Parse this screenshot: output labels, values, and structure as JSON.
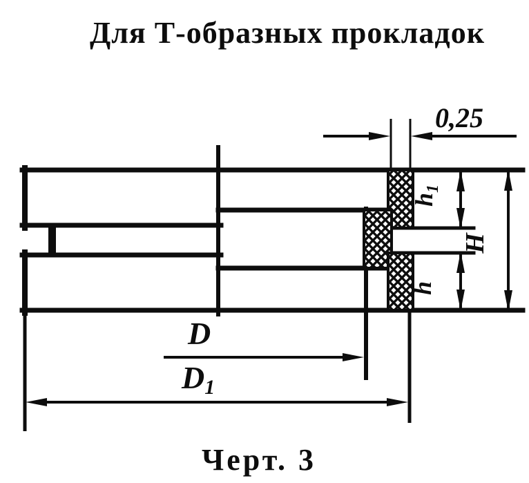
{
  "page": {
    "title": "Для Т-образных прокладок",
    "caption": "Черт. 3"
  },
  "dimension_labels": {
    "gasket_protrusion": "0,25",
    "h1_main": "h",
    "h1_sub": "1",
    "total_height": "H",
    "lower_height": "h",
    "diameter_d": "D",
    "diameter_d1_main": "D",
    "diameter_d1_sub": "1"
  },
  "colors": {
    "ink": "#0d0d0d",
    "paper": "#ffffff"
  }
}
